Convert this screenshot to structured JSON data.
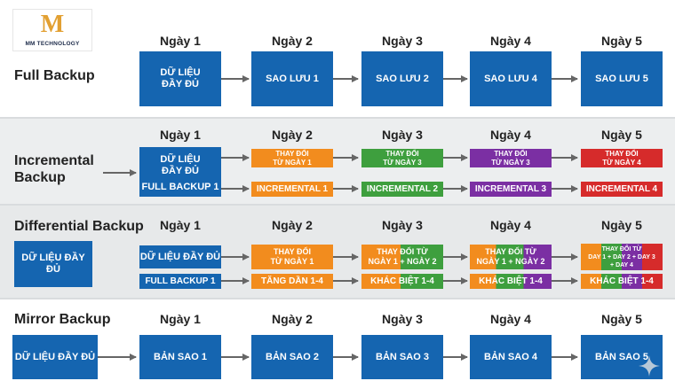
{
  "logo": {
    "mark": "M",
    "text": "MM TECHNOLOGY"
  },
  "days": [
    "Ngày 1",
    "Ngày 2",
    "Ngày 3",
    "Ngày 4",
    "Ngày 5"
  ],
  "full": {
    "label": "Full Backup",
    "boxes": [
      "DỮ LIỆU\nĐẦY ĐỦ",
      "SAO LƯU 1",
      "SAO LƯU 2",
      "SAO LƯU 4",
      "SAO LƯU 5"
    ]
  },
  "incremental": {
    "label": "Incremental\nBackup",
    "source": "DỮ LIỆU\nĐẦY ĐỦ",
    "base": "FULL BACKUP 1",
    "changes": [
      "THAY ĐỔI\nTỪ NGÀY 1",
      "THAY ĐỔI\nTỪ NGÀY 3",
      "THAY ĐỔI\nTỪ NGÀY 3",
      "THAY ĐỔI\nTỪ NGÀY 4"
    ],
    "steps": [
      "INCREMENTAL 1",
      "INCREMENTAL 2",
      "INCREMENTAL 3",
      "INCREMENTAL 4"
    ]
  },
  "differential": {
    "label": "Differential Backup",
    "source": "DỮ LIỆU ĐẦY ĐỦ",
    "full": "DỮ LIỆU ĐẦY ĐỦ",
    "base": "FULL BACKUP 1",
    "changes": [
      "THAY ĐỔI\nTỪ NGÀY 1",
      "THAY ĐỔI TỪ\nNGÀY 1 + NGÀY 2",
      "THAY ĐỔI TỪ\nNGÀY 1 + NGÀY 2",
      "THAY ĐỔI TỪ\nDAY 1 + DAY 2 + DAY 3\n+ DAY 4"
    ],
    "steps": [
      "TĂNG DẦN 1-4",
      "KHÁC BIỆT 1-4",
      "KHÁC BIỆT 1-4",
      "KHÁC BIỆT 1-4"
    ]
  },
  "mirror": {
    "label": "Mirror Backup",
    "source": "DỮ LIỆU ĐẦY ĐỦ",
    "boxes": [
      "BẢN SAO 1",
      "BẢN SAO 2",
      "BẢN SAO 3",
      "BẢN SAO 4",
      "BẢN SAO 5"
    ]
  },
  "colors": {
    "blue": "#1565b0",
    "orange": "#f28c1e",
    "green": "#3e9f3e",
    "purple": "#7b2fa3",
    "red": "#d62b2b",
    "arrow": "#666666"
  }
}
